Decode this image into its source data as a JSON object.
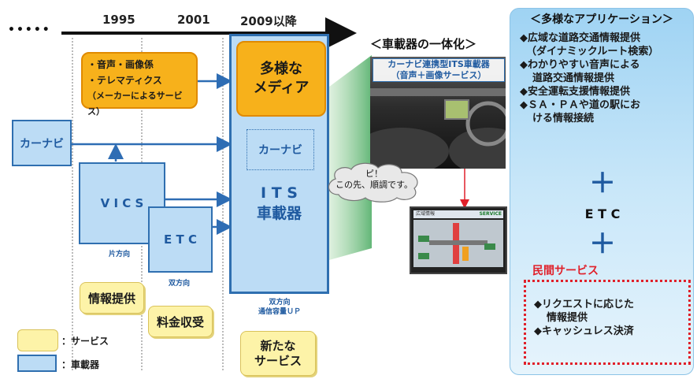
{
  "timeline": {
    "dots": "•••••",
    "years": [
      "1995",
      "2001",
      "2009以降"
    ]
  },
  "boxes": {
    "carnavi": "カーナビ",
    "vics": "V I C S",
    "vics_note": "片方向",
    "etc": "E T C",
    "etc_note": "双方向",
    "its_line1": "I T S",
    "its_line2": "車載器",
    "its_note_line1": "双方向",
    "its_note_line2": "通信容量ＵＰ",
    "inner_carnavi": "カーナビ"
  },
  "orange_callout": {
    "line1": "・音声・画像係",
    "line2": "・テレマティクス",
    "line3": "（メーカーによるサービス）"
  },
  "media": {
    "line1": "多様な",
    "line2": "メディア"
  },
  "services": {
    "info": "情報提供",
    "fee": "料金収受",
    "new_line1": "新たな",
    "new_line2": "サービス"
  },
  "legend": {
    "service": "：サービス",
    "device": "：車載器"
  },
  "integration": {
    "title": "＜車載器の一体化＞",
    "photo_caption_line1": "カーナビ連携型ITS車載器",
    "photo_caption_line2": "（音声＋画像サービス）"
  },
  "speech": {
    "line1": "ピ！",
    "line2": "この先、順調です。"
  },
  "screen": {
    "header_left": "広域情報",
    "header_right": "SERVICE"
  },
  "apps": {
    "title": "＜多様なアプリケーション＞",
    "items": [
      "◆広域な道路交通情報提供",
      "（ダイナミックルート検索）",
      "◆わかりやすい音声による",
      "道路交通情報提供",
      "◆安全運転支援情報提供",
      "◆ＳＡ・ＰＡや道の駅にお",
      "ける情報接続"
    ],
    "plus": "＋",
    "etc": "E T C",
    "private_title": "民間サービス",
    "private_items": [
      "◆リクエストに応じた",
      "情報提供",
      "◆キャッシュレス決済"
    ]
  },
  "colors": {
    "box_fill": "#bcdcf5",
    "box_border": "#2f6fb0",
    "orange": "#f7b11b",
    "arrow": "#2e6db4",
    "red": "#e0202a"
  }
}
